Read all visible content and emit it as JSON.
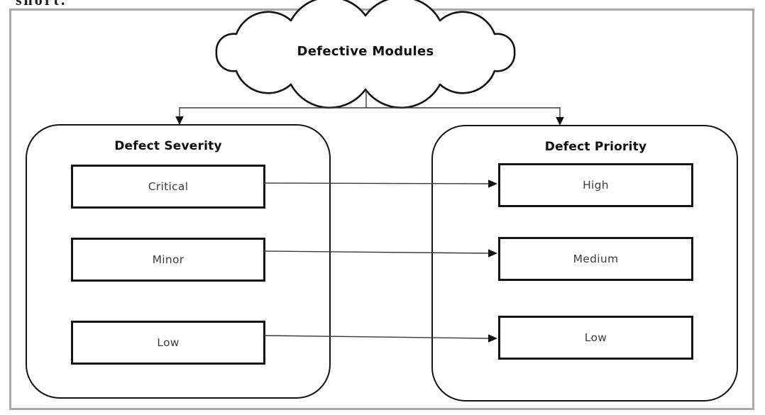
{
  "page": {
    "clipped_text_fragment": "short.",
    "background": "#ffffff",
    "frame_border_color": "#a9a9a9"
  },
  "diagram": {
    "root": {
      "label": "Defective Modules",
      "shape": "cloud"
    },
    "groups": [
      {
        "title": "Defect Severity",
        "items": [
          "Critical",
          "Minor",
          "Low"
        ]
      },
      {
        "title": "Defect Priority",
        "items": [
          "High",
          "Medium",
          "Low"
        ]
      }
    ],
    "mappings": [
      {
        "from": "Critical",
        "to": "High"
      },
      {
        "from": "Minor",
        "to": "Medium"
      },
      {
        "from": "Low",
        "to": "Low"
      }
    ],
    "colors": {
      "shape_stroke": "#141414",
      "connector": "#3a3a3a",
      "node_text": "#3d3d3d",
      "title_text": "#0f0f0f"
    }
  }
}
